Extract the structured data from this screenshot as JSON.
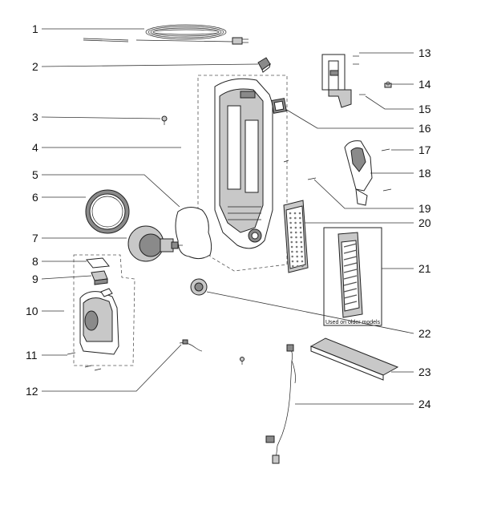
{
  "diagram": {
    "callouts": [
      {
        "id": "c1",
        "label": "1"
      },
      {
        "id": "c2",
        "label": "2"
      },
      {
        "id": "c3",
        "label": "3"
      },
      {
        "id": "c4",
        "label": "4"
      },
      {
        "id": "c5",
        "label": "5"
      },
      {
        "id": "c6",
        "label": "6"
      },
      {
        "id": "c7",
        "label": "7"
      },
      {
        "id": "c8",
        "label": "8"
      },
      {
        "id": "c9",
        "label": "9"
      },
      {
        "id": "c10",
        "label": "10"
      },
      {
        "id": "c11",
        "label": "11"
      },
      {
        "id": "c12",
        "label": "12"
      },
      {
        "id": "c13",
        "label": "13"
      },
      {
        "id": "c14",
        "label": "14"
      },
      {
        "id": "c15",
        "label": "15"
      },
      {
        "id": "c16",
        "label": "16"
      },
      {
        "id": "c17",
        "label": "17"
      },
      {
        "id": "c18",
        "label": "18"
      },
      {
        "id": "c19",
        "label": "19"
      },
      {
        "id": "c20",
        "label": "20"
      },
      {
        "id": "c21",
        "label": "21"
      },
      {
        "id": "c22",
        "label": "22"
      },
      {
        "id": "c23",
        "label": "23"
      },
      {
        "id": "c24",
        "label": "24"
      }
    ],
    "note": "Used on older models"
  }
}
